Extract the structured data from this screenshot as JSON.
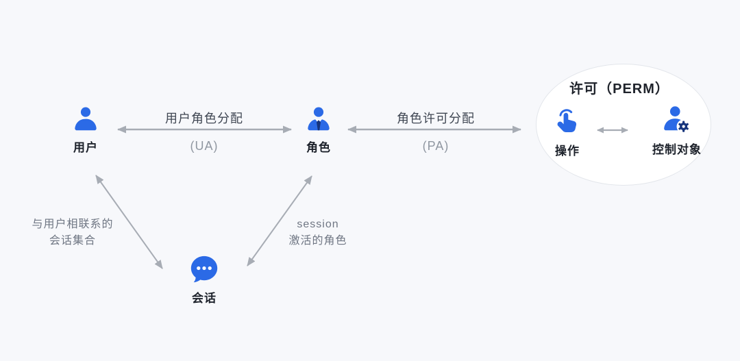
{
  "theme": {
    "background": "#f7f8fb",
    "icon_blue": "#2b6ae6",
    "icon_dark_blue": "#16347c",
    "arrow_gray": "#a7acb4",
    "edge_label_dark": "#3f4652",
    "edge_sublabel_gray": "#9097a1",
    "diagonal_label_gray": "#6f7683",
    "node_label_dark": "#1d222b",
    "ellipse_fill": "#ffffff",
    "ellipse_border": "#e3e6eb"
  },
  "nodes": {
    "user": {
      "label": "用户",
      "icon": "user-icon"
    },
    "role": {
      "label": "角色",
      "icon": "role-user-tie-icon"
    },
    "session": {
      "label": "会话",
      "icon": "chat-bubble-icon"
    },
    "permission_group": {
      "title": "许可（PERM）",
      "operation": {
        "label": "操作",
        "icon": "tap-hand-icon"
      },
      "control_object": {
        "label": "控制对象",
        "icon": "user-gear-icon"
      }
    }
  },
  "edges": {
    "user_role": {
      "label": "用户角色分配",
      "sublabel": "(UA)"
    },
    "role_permission": {
      "label": "角色许可分配",
      "sublabel": "(PA)"
    },
    "user_session": {
      "label_line1": "与用户相联系的",
      "label_line2": "会话集合"
    },
    "session_role": {
      "label_line1": "session",
      "label_line2": "激活的角色"
    }
  }
}
